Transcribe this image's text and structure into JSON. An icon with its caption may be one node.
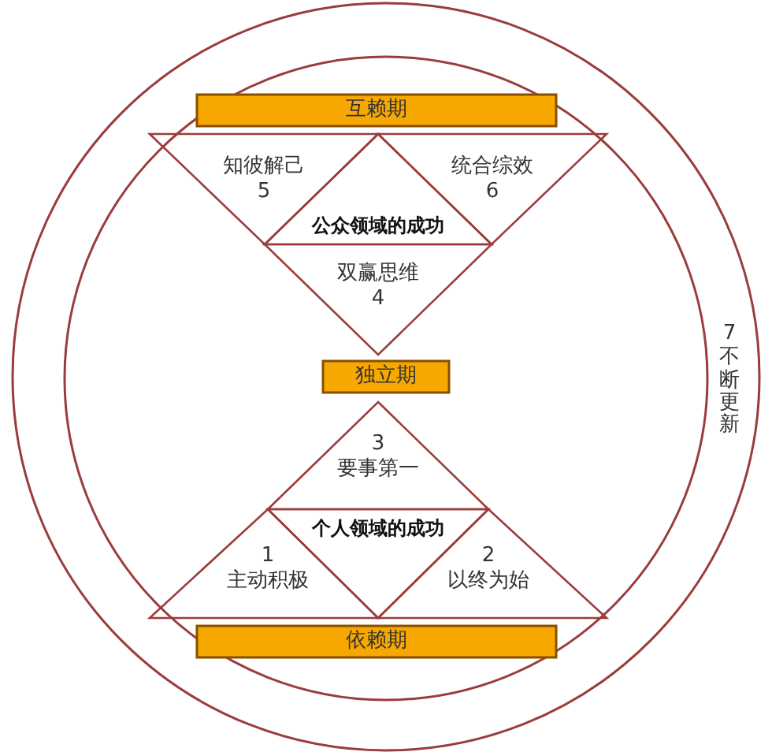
{
  "diagram": {
    "nodes": [
      {
        "text": [
          "7",
          "不断更新"
        ]
      },
      {
        "text": [],
        "shape": "circle",
        "in": 0
      },
      {
        "text": [
          "互赖期"
        ],
        "in": 1
      },
      {
        "text": [
          "知彼解己",
          "5"
        ],
        "in": 1
      },
      {
        "text": [
          "统合综效",
          "6"
        ],
        "in": 1
      },
      {
        "text": [
          "公众领域的成功"
        ],
        "in": 1
      },
      {
        "text": [
          "双赢思维",
          "4"
        ],
        "in": 1
      },
      {
        "text": [
          "独立期"
        ],
        "in": 1
      },
      {
        "text": [
          "3",
          "要事第一"
        ],
        "in": 1
      },
      {
        "text": [
          "个人领域的成功"
        ],
        "in": 1
      },
      {
        "text": [
          "1",
          "主动积极"
        ],
        "in": 1
      },
      {
        "text": [
          "2",
          "以终为始"
        ],
        "in": 1
      },
      {
        "text": [
          "依赖期"
        ],
        "in": 1
      }
    ]
  }
}
